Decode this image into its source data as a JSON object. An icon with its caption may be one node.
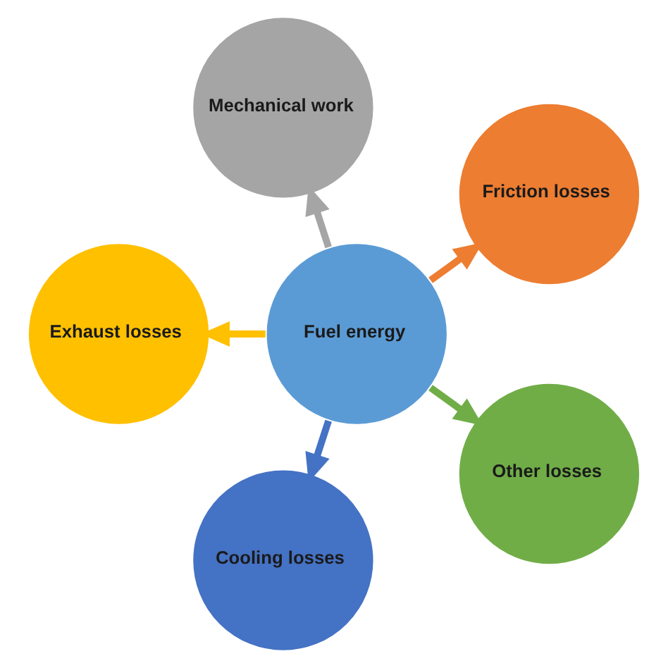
{
  "diagram": {
    "nodes": [
      {
        "text": [
          "Fuel energy"
        ]
      },
      {
        "text": [
          "Friction losses"
        ]
      },
      {
        "text": [
          "Mechanical work"
        ]
      },
      {
        "text": [
          "Exhaust losses"
        ]
      },
      {
        "text": [
          "Cooling losses"
        ]
      },
      {
        "text": [
          "Other losses"
        ]
      }
    ],
    "edges": [
      {
        "from": 0,
        "to": 1,
        "arrow": "to",
        "color": "#ed7d31"
      },
      {
        "from": 0,
        "to": 2,
        "arrow": "to",
        "color": "#a5a5a5"
      },
      {
        "from": 0,
        "to": 3,
        "arrow": "to",
        "color": "#ffc000"
      },
      {
        "from": 0,
        "to": 4,
        "arrow": "to",
        "color": "#4472c4"
      },
      {
        "from": 0,
        "to": 5,
        "arrow": "to",
        "color": "#70ad47"
      }
    ]
  }
}
